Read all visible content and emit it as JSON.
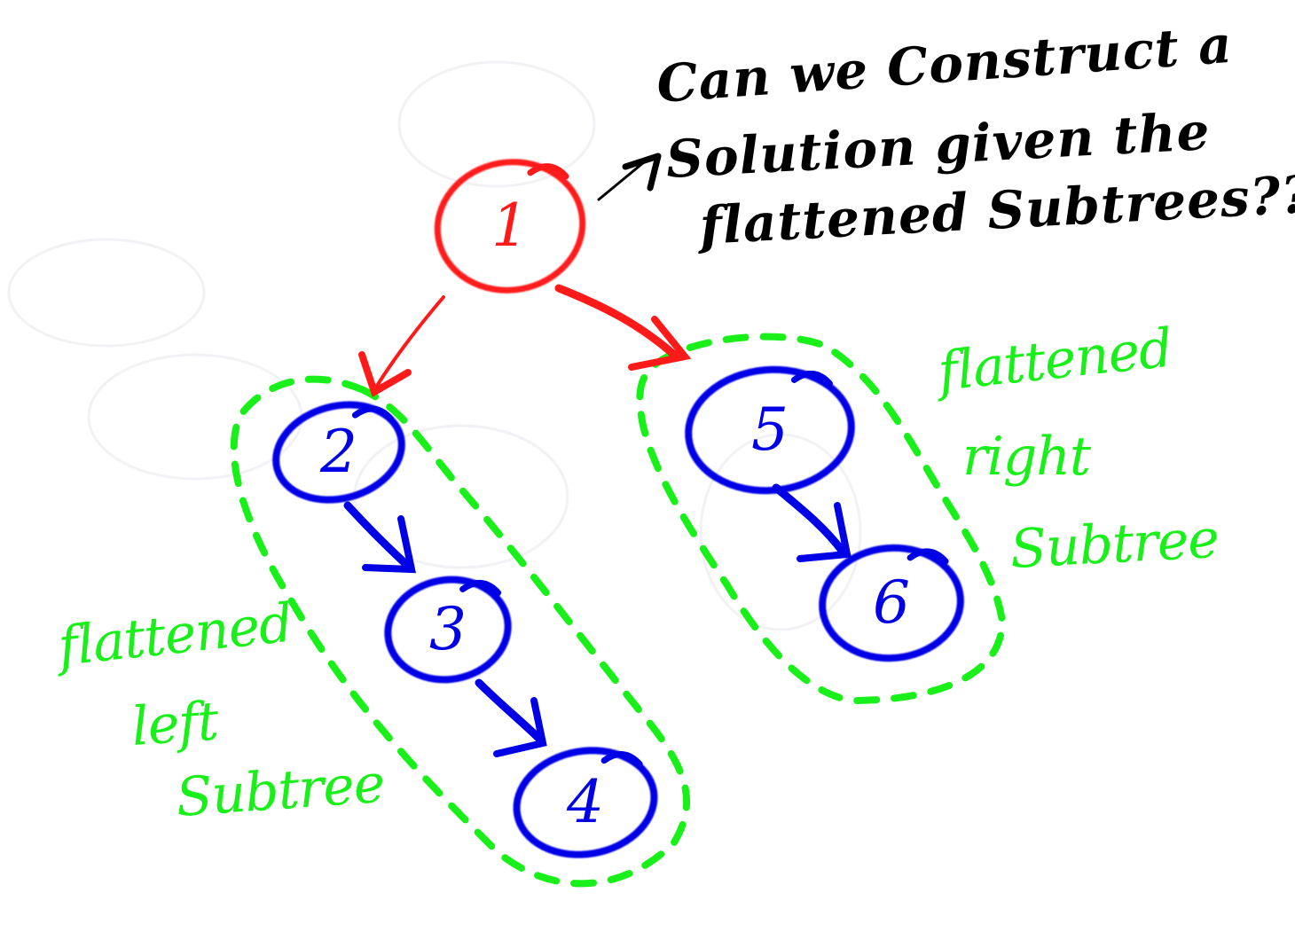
{
  "diagram": {
    "title": "Flatten binary tree to linked list",
    "question": {
      "lines": [
        "Can we Construct a",
        "Solution given the",
        "flattened Subtrees??"
      ],
      "color": "#000000",
      "pointer_icon": "arrow-up-right-icon"
    },
    "colors": {
      "root": "#ff1a1a",
      "child": "#0000e6",
      "group": "#19f019",
      "background": "#ffffff"
    },
    "nodes": [
      {
        "id": "1",
        "label": "1",
        "role": "root"
      },
      {
        "id": "2",
        "label": "2",
        "role": "left-subtree"
      },
      {
        "id": "3",
        "label": "3",
        "role": "left-subtree"
      },
      {
        "id": "4",
        "label": "4",
        "role": "left-subtree"
      },
      {
        "id": "5",
        "label": "5",
        "role": "right-subtree"
      },
      {
        "id": "6",
        "label": "6",
        "role": "right-subtree"
      }
    ],
    "edges": [
      {
        "from": "1",
        "to": "2",
        "kind": "tree-left"
      },
      {
        "from": "1",
        "to": "5",
        "kind": "tree-right"
      },
      {
        "from": "2",
        "to": "3",
        "kind": "flattened"
      },
      {
        "from": "3",
        "to": "4",
        "kind": "flattened"
      },
      {
        "from": "5",
        "to": "6",
        "kind": "flattened"
      }
    ],
    "groups": [
      {
        "id": "left",
        "members": [
          "2",
          "3",
          "4"
        ],
        "label_lines": [
          "flattened",
          "left",
          "Subtree"
        ]
      },
      {
        "id": "right",
        "members": [
          "5",
          "6"
        ],
        "label_lines": [
          "flattened",
          "right",
          "Subtree"
        ]
      }
    ]
  }
}
